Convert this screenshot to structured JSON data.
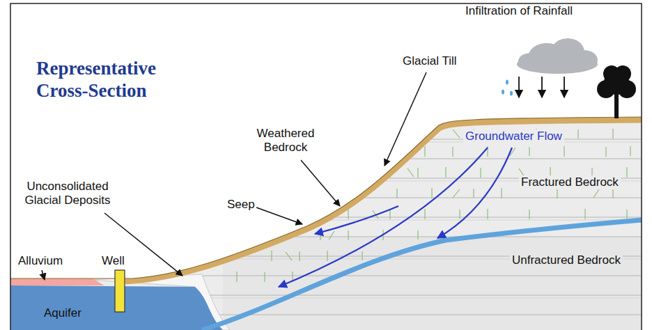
{
  "diagram": {
    "title": "Representative Cross-Section",
    "labels": [
      "Infiltration of Rainfall",
      "Glacial Till",
      "Weathered Bedrock",
      "Groundwater Flow",
      "Unconsolidated Glacial Deposits",
      "Fractured Bedrock",
      "Seep",
      "Alluvium",
      "Well",
      "Unfractured Bedrock",
      "Aquifer"
    ]
  }
}
